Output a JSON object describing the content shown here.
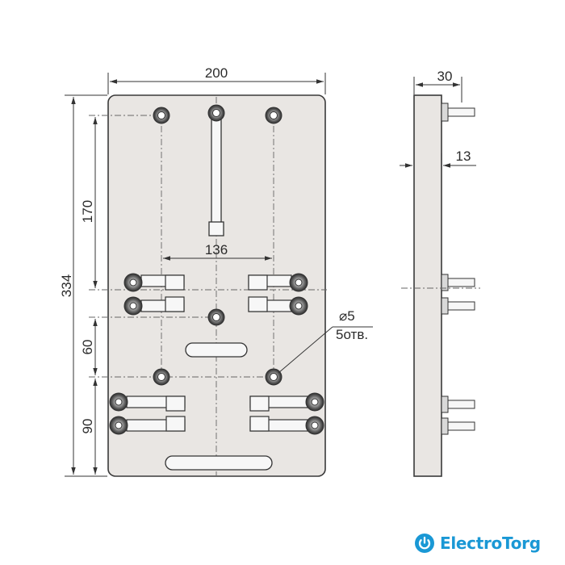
{
  "dimensions": {
    "width": "200",
    "height_total": "334",
    "height_upper": "170",
    "mount_spacing": "136",
    "height_middle": "60",
    "height_lower": "90",
    "depth": "30",
    "stud_offset": "13",
    "hole_diameter": "⌀5",
    "hole_count": "5отв."
  },
  "brand": {
    "name": "ElectroTorg",
    "color": "#1a98d5"
  },
  "colors": {
    "plate_fill": "#e9e6e3",
    "outline": "#3a3a3a"
  },
  "icons": [
    "power-icon"
  ]
}
